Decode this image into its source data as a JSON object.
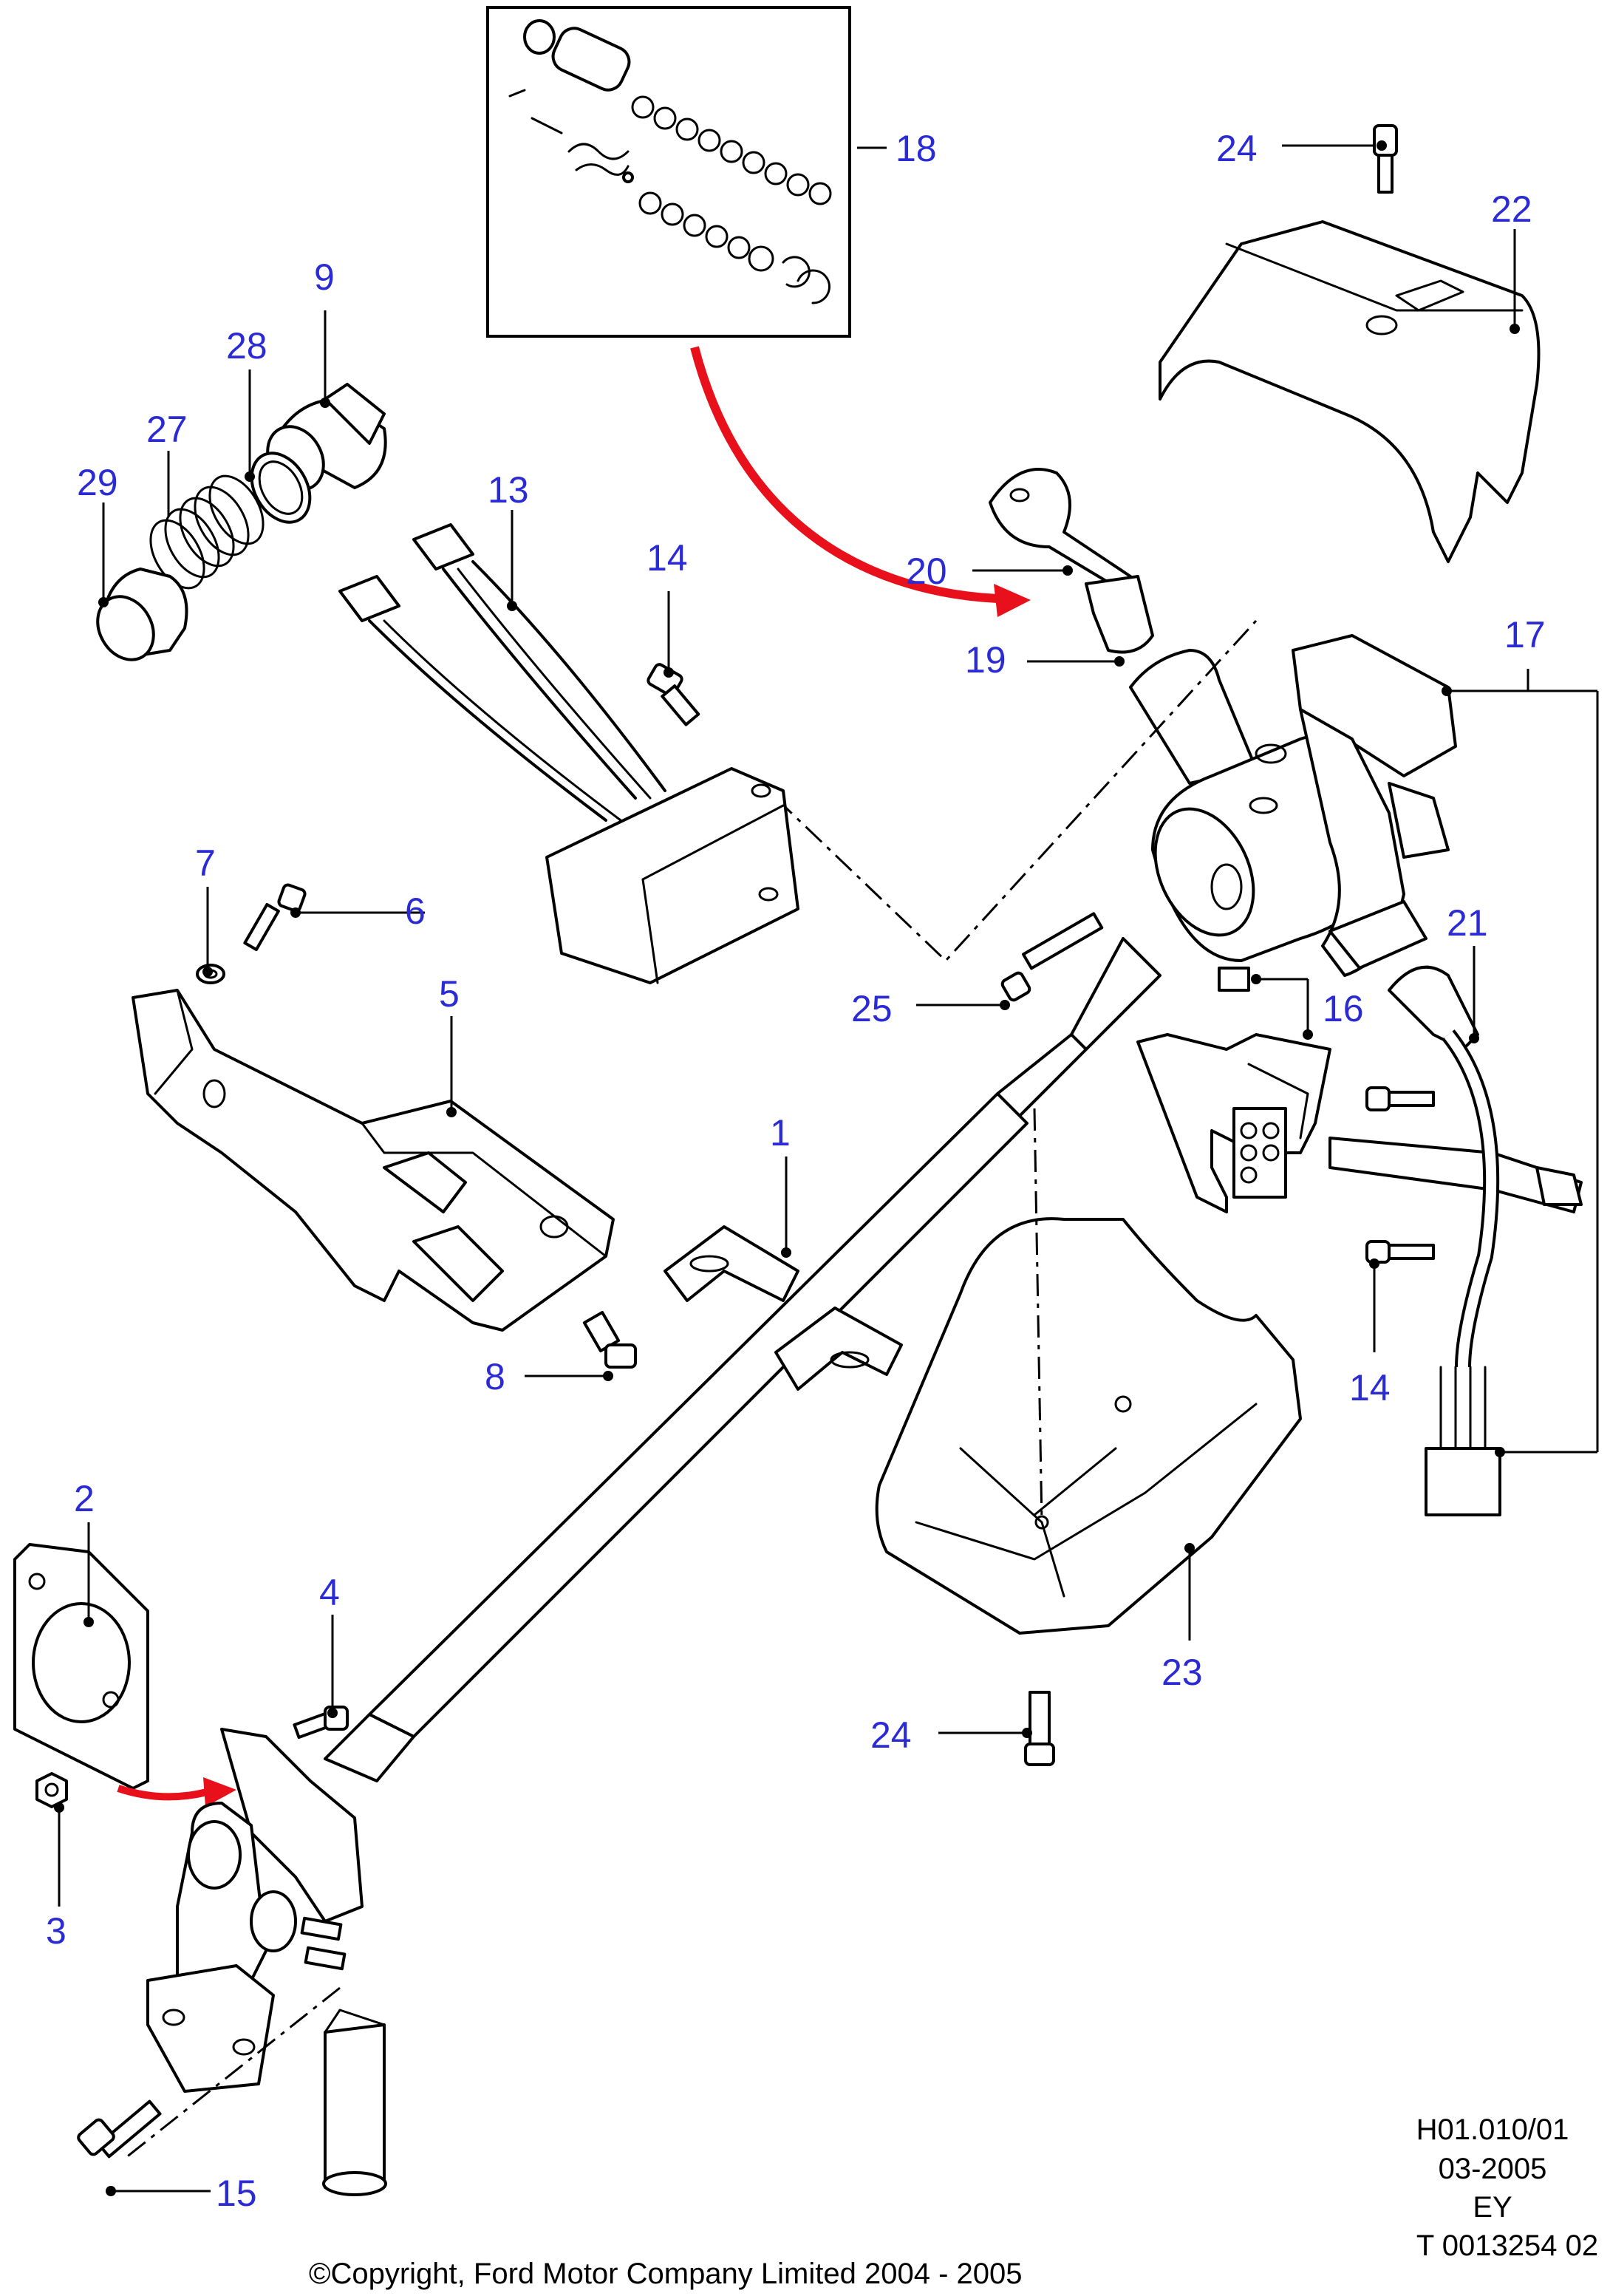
{
  "colors": {
    "callout": "#2b2bd6",
    "arrow": "#e8101a",
    "ink": "#000000"
  },
  "callouts": [
    {
      "id": "c1",
      "label": "1"
    },
    {
      "id": "c2",
      "label": "2"
    },
    {
      "id": "c3",
      "label": "3"
    },
    {
      "id": "c4",
      "label": "4"
    },
    {
      "id": "c5",
      "label": "5"
    },
    {
      "id": "c6",
      "label": "6"
    },
    {
      "id": "c7",
      "label": "7"
    },
    {
      "id": "c8",
      "label": "8"
    },
    {
      "id": "c9",
      "label": "9"
    },
    {
      "id": "c13",
      "label": "13"
    },
    {
      "id": "c14a",
      "label": "14"
    },
    {
      "id": "c14b",
      "label": "14"
    },
    {
      "id": "c15",
      "label": "15"
    },
    {
      "id": "c16",
      "label": "16"
    },
    {
      "id": "c17",
      "label": "17"
    },
    {
      "id": "c18",
      "label": "18"
    },
    {
      "id": "c19",
      "label": "19"
    },
    {
      "id": "c20",
      "label": "20"
    },
    {
      "id": "c21",
      "label": "21"
    },
    {
      "id": "c22",
      "label": "22"
    },
    {
      "id": "c23",
      "label": "23"
    },
    {
      "id": "c24a",
      "label": "24"
    },
    {
      "id": "c24b",
      "label": "24"
    },
    {
      "id": "c25",
      "label": "25"
    },
    {
      "id": "c27",
      "label": "27"
    },
    {
      "id": "c28",
      "label": "28"
    },
    {
      "id": "c29",
      "label": "29"
    }
  ],
  "meta": {
    "line1": "H01.010/01",
    "line2": "03-2005",
    "line3": "EY",
    "line4": "T 0013254 02"
  },
  "copyright": "©Copyright, Ford Motor Company Limited 2004 - 2005"
}
